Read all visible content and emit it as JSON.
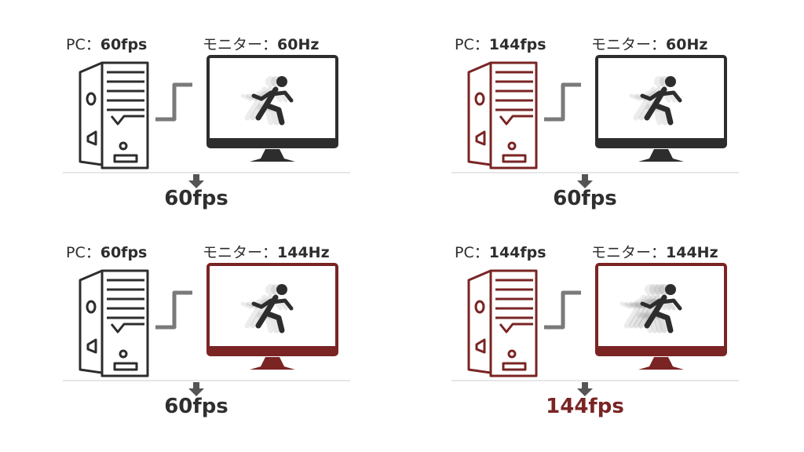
{
  "colors": {
    "normal": "#2d2d2d",
    "highlight": "#7a2424",
    "cable": "#7a7a7a",
    "divider": "#cccccc"
  },
  "panels": [
    {
      "pc_prefix": "PC：",
      "pc_value": "60fps",
      "monitor_prefix": "モニター：",
      "monitor_value": "60Hz",
      "result": "60fps",
      "pc_highlight": false,
      "monitor_highlight": false,
      "result_highlight": false,
      "runner_icon": "running-person-icon"
    },
    {
      "pc_prefix": "PC：",
      "pc_value": "144fps",
      "monitor_prefix": "モニター：",
      "monitor_value": "60Hz",
      "result": "60fps",
      "pc_highlight": true,
      "monitor_highlight": false,
      "result_highlight": false,
      "runner_icon": "running-person-icon"
    },
    {
      "pc_prefix": "PC：",
      "pc_value": "60fps",
      "monitor_prefix": "モニター：",
      "monitor_value": "144Hz",
      "result": "60fps",
      "pc_highlight": false,
      "monitor_highlight": true,
      "result_highlight": false,
      "runner_icon": "running-person-icon"
    },
    {
      "pc_prefix": "PC：",
      "pc_value": "144fps",
      "monitor_prefix": "モニター：",
      "monitor_value": "144Hz",
      "result": "144fps",
      "pc_highlight": true,
      "monitor_highlight": true,
      "result_highlight": true,
      "runner_icon": "running-person-icon"
    }
  ]
}
